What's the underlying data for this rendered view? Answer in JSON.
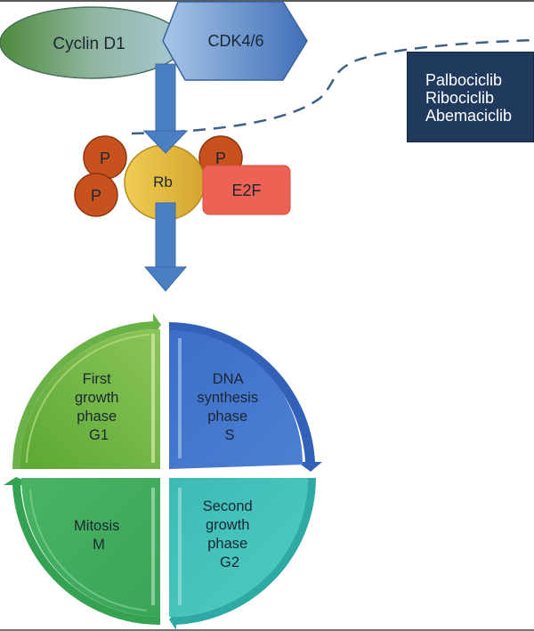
{
  "proteins": {
    "cyclin": "Cyclin D1",
    "cdk": "CDK4/6",
    "rb": "Rb",
    "e2f": "E2F",
    "phosphate": "P"
  },
  "inhibitors": {
    "drugs": [
      "Palbociclib",
      "Ribociclib",
      "Abemaciclib"
    ]
  },
  "cell_cycle": {
    "phases": [
      {
        "id": "g1",
        "lines": [
          "First",
          "growth",
          "phase",
          "G1"
        ],
        "color": "#6ab43c"
      },
      {
        "id": "s",
        "lines": [
          "DNA",
          "synthesis",
          "phase",
          "S"
        ],
        "color": "#3f73c9"
      },
      {
        "id": "g2",
        "lines": [
          "Second",
          "growth",
          "phase",
          "G2"
        ],
        "color": "#3fbfb8"
      },
      {
        "id": "m",
        "lines": [
          "Mitosis",
          "M"
        ],
        "color": "#43b060"
      }
    ]
  },
  "colors": {
    "arrow": "#4a7fc4",
    "phosphate": "#c7521e",
    "rb": "#e6c043",
    "e2f": "#ee6256",
    "drug_box": "#1f3a5c",
    "dashed_line": "#3d5f86"
  }
}
